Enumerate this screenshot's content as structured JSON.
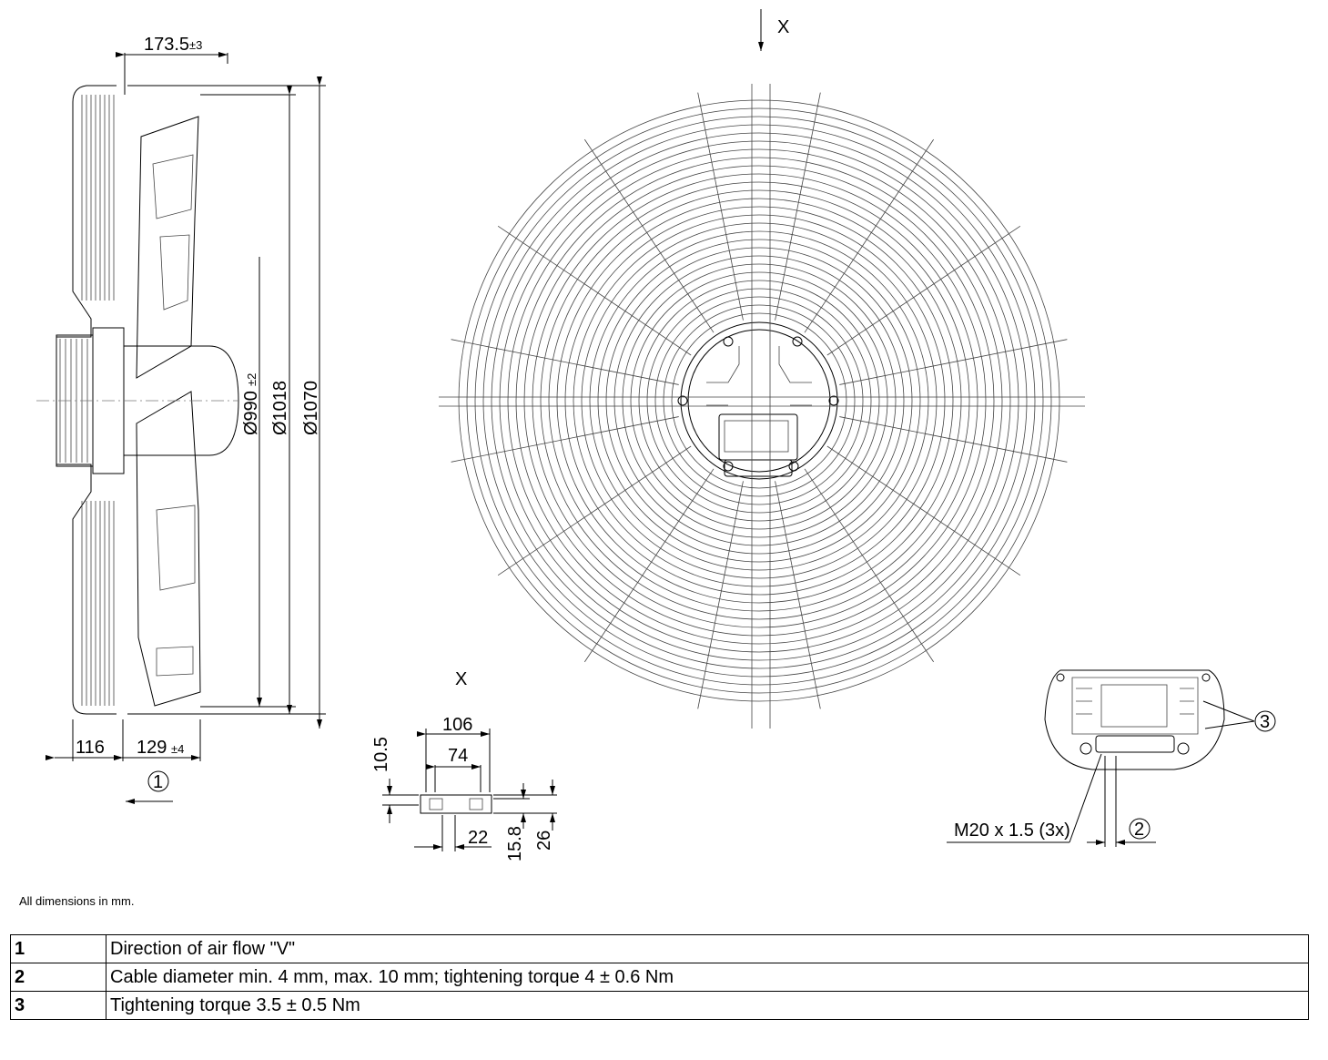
{
  "labels": {
    "view_x_top": "X",
    "view_x_detail": "X",
    "callout_1": "1",
    "callout_2": "2",
    "callout_3": "3",
    "thread": "M20 x 1.5 (3x)"
  },
  "dimensions": {
    "depth_main": "173.5",
    "depth_main_tol": "±3",
    "dia_990": "Ø990",
    "dia_990_tol": "±2",
    "dia_1018": "Ø1018",
    "dia_1070": "Ø1070",
    "left_116": "116",
    "left_129": "129",
    "left_129_tol": "±4",
    "detail_106": "106",
    "detail_74": "74",
    "detail_10_5": "10.5",
    "detail_22": "22",
    "detail_15_8": "15.8",
    "detail_26": "26"
  },
  "note": "All dimensions in mm.",
  "legend": [
    {
      "num": "1",
      "text": "Direction of air flow \"V\""
    },
    {
      "num": "2",
      "text": "Cable diameter min. 4 mm, max. 10 mm; tightening torque 4 ± 0.6 Nm"
    },
    {
      "num": "3",
      "text": "Tightening torque 3.5 ± 0.5 Nm"
    }
  ]
}
